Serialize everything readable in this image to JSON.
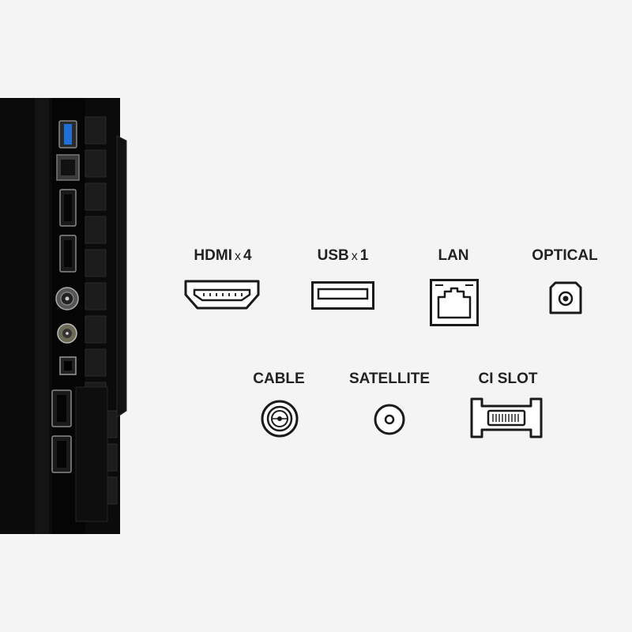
{
  "ports": {
    "hdmi": {
      "name": "HDMI",
      "mult": "x",
      "count": "4"
    },
    "usb": {
      "name": "USB",
      "mult": "x",
      "count": "1"
    },
    "lan": {
      "name": "LAN"
    },
    "optical": {
      "name": "OPTICAL"
    },
    "cable": {
      "name": "CABLE"
    },
    "satellite": {
      "name": "SATELLITE"
    },
    "ci_slot": {
      "name": "CI SLOT"
    }
  },
  "colors": {
    "background": "#f4f4f4",
    "tv_body": "#0a0a0a",
    "usb_accent": "#1e6fd8",
    "icon_stroke": "#1a1a1a"
  }
}
